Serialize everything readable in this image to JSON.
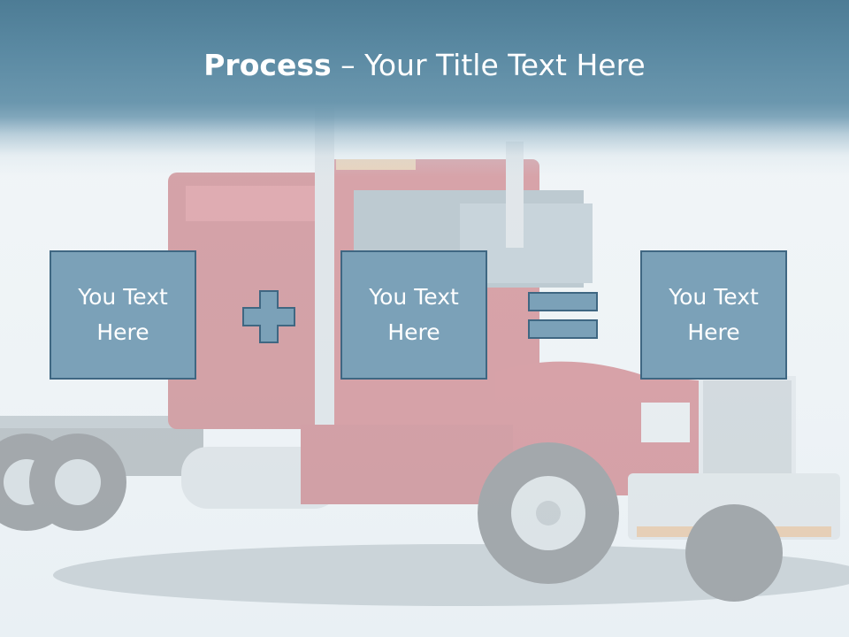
{
  "slide": {
    "title_bold": "Process",
    "title_rest": " – Your Title Text Here",
    "boxes": [
      {
        "text": "You Text Here"
      },
      {
        "text": "You Text Here"
      },
      {
        "text": "You Text Here"
      }
    ],
    "operators": [
      "plus-icon",
      "equals-icon"
    ]
  },
  "colors": {
    "header": "#5b8aa3",
    "box_fill": "#7ba1b8",
    "box_border": "#3f6782",
    "background": "#eef3f6"
  }
}
